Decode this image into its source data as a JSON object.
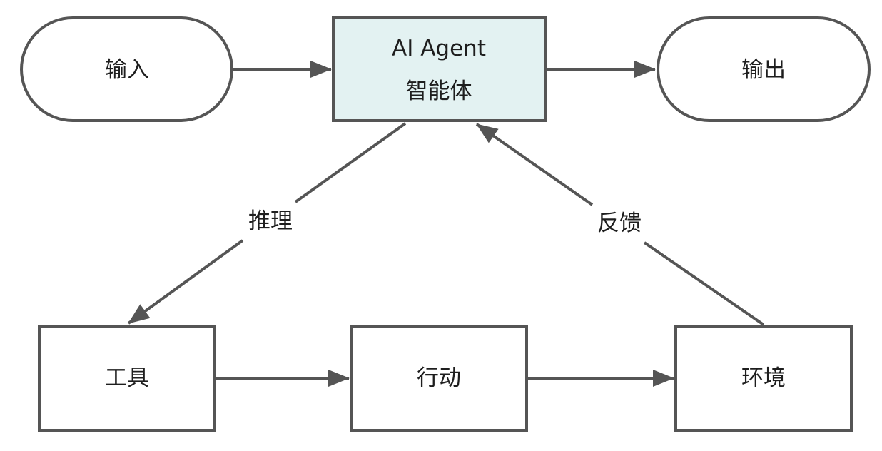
{
  "nodes": {
    "input": {
      "label": "输入",
      "shape": "terminal"
    },
    "agent": {
      "line1": "AI Agent",
      "line2": "智能体",
      "shape": "process",
      "fill": "#e3f2f2"
    },
    "output": {
      "label": "输出",
      "shape": "terminal"
    },
    "tools": {
      "label": "工具",
      "shape": "process"
    },
    "action": {
      "label": "行动",
      "shape": "process"
    },
    "environment": {
      "label": "环境",
      "shape": "process"
    }
  },
  "edges": [
    {
      "from": "input",
      "to": "agent",
      "label": ""
    },
    {
      "from": "agent",
      "to": "output",
      "label": ""
    },
    {
      "from": "agent",
      "to": "tools",
      "label": "推理"
    },
    {
      "from": "tools",
      "to": "action",
      "label": ""
    },
    {
      "from": "action",
      "to": "environment",
      "label": ""
    },
    {
      "from": "environment",
      "to": "agent",
      "label": "反馈"
    }
  ],
  "colors": {
    "stroke": "#555555",
    "text": "#1e1e1e",
    "agent_fill": "#e3f2f2",
    "background": "#ffffff"
  }
}
